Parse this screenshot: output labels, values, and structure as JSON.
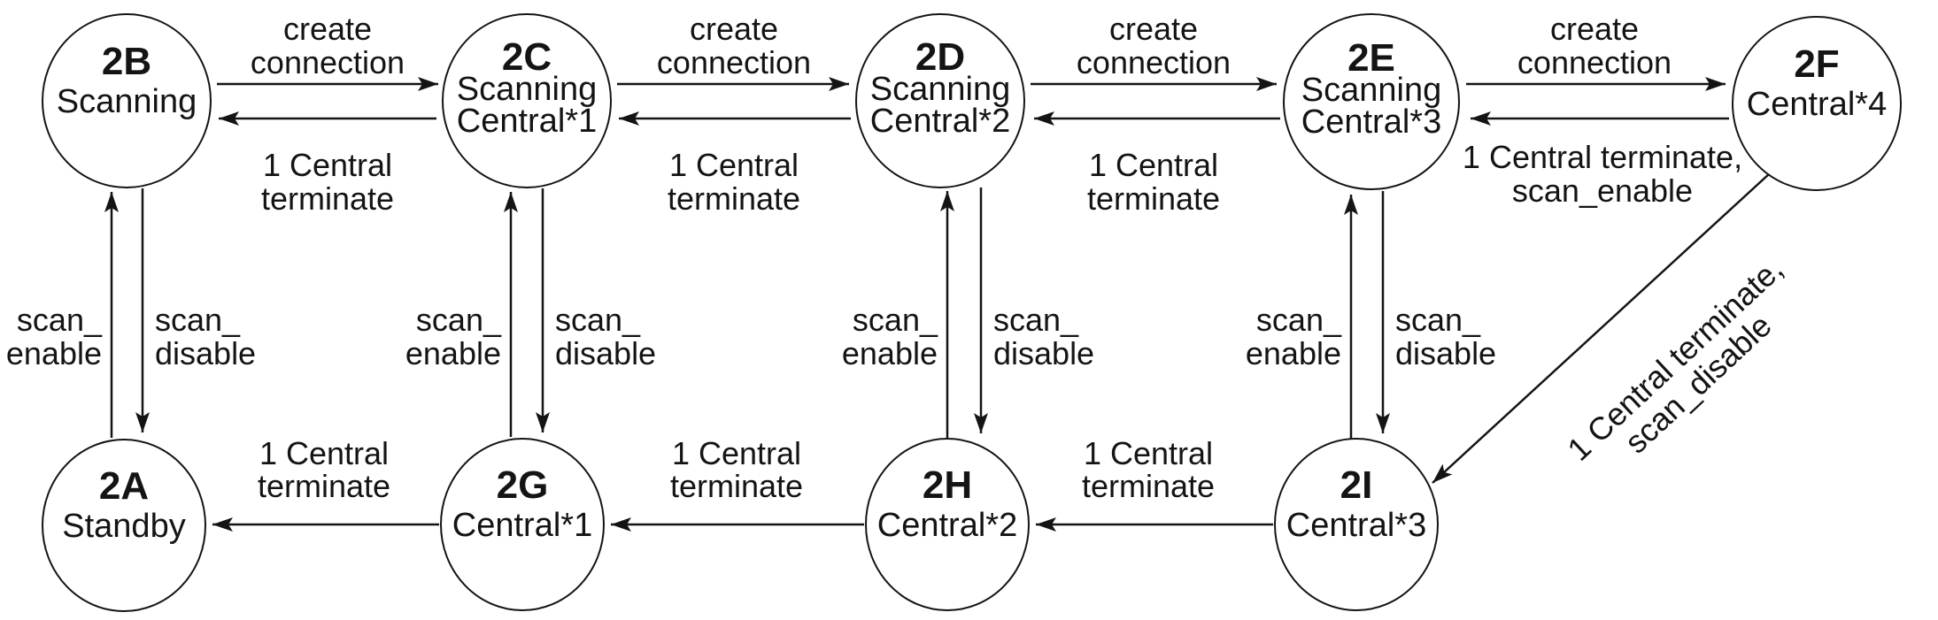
{
  "colors": {
    "background": "#ffffff",
    "line": "#141414",
    "text": "#141414"
  },
  "states": [
    {
      "name": "2B",
      "lines": [
        "Scanning"
      ]
    },
    {
      "name": "2C",
      "lines": [
        "Scanning",
        "Central*1"
      ]
    },
    {
      "name": "2D",
      "lines": [
        "Scanning",
        "Central*2"
      ]
    },
    {
      "name": "2E",
      "lines": [
        "Scanning",
        "Central*3"
      ]
    },
    {
      "name": "2F",
      "lines": [
        "Central*4"
      ]
    },
    {
      "name": "2A",
      "lines": [
        "Standby"
      ]
    },
    {
      "name": "2G",
      "lines": [
        "Central*1"
      ]
    },
    {
      "name": "2H",
      "lines": [
        "Central*2"
      ]
    },
    {
      "name": "2I",
      "lines": [
        "Central*3"
      ]
    }
  ],
  "transitions": [
    {
      "from": "2B",
      "to": "2C",
      "label": [
        "create",
        "connection"
      ]
    },
    {
      "from": "2C",
      "to": "2B",
      "label": [
        "1 Central",
        "terminate"
      ]
    },
    {
      "from": "2C",
      "to": "2D",
      "label": [
        "create",
        "connection"
      ]
    },
    {
      "from": "2D",
      "to": "2C",
      "label": [
        "1 Central",
        "terminate"
      ]
    },
    {
      "from": "2D",
      "to": "2E",
      "label": [
        "create",
        "connection"
      ]
    },
    {
      "from": "2E",
      "to": "2D",
      "label": [
        "1 Central",
        "terminate"
      ]
    },
    {
      "from": "2E",
      "to": "2F",
      "label": [
        "create",
        "connection"
      ]
    },
    {
      "from": "2F",
      "to": "2E",
      "label": [
        "1 Central terminate,",
        "scan_enable"
      ]
    },
    {
      "from": "2A",
      "to": "2B",
      "label": [
        "scan_",
        "enable"
      ]
    },
    {
      "from": "2B",
      "to": "2A",
      "label": [
        "scan_",
        "disable"
      ]
    },
    {
      "from": "2G",
      "to": "2C",
      "label": [
        "scan_",
        "enable"
      ]
    },
    {
      "from": "2C",
      "to": "2G",
      "label": [
        "scan_",
        "disable"
      ]
    },
    {
      "from": "2H",
      "to": "2D",
      "label": [
        "scan_",
        "enable"
      ]
    },
    {
      "from": "2D",
      "to": "2H",
      "label": [
        "scan_",
        "disable"
      ]
    },
    {
      "from": "2I",
      "to": "2E",
      "label": [
        "scan_",
        "enable"
      ]
    },
    {
      "from": "2E",
      "to": "2I",
      "label": [
        "scan_",
        "disable"
      ]
    },
    {
      "from": "2G",
      "to": "2A",
      "label": [
        "1 Central",
        "terminate"
      ]
    },
    {
      "from": "2H",
      "to": "2G",
      "label": [
        "1 Central",
        "terminate"
      ]
    },
    {
      "from": "2I",
      "to": "2H",
      "label": [
        "1 Central",
        "terminate"
      ]
    },
    {
      "from": "2F",
      "to": "2I",
      "label": [
        "1 Central terminate,",
        "scan_disable"
      ]
    }
  ]
}
